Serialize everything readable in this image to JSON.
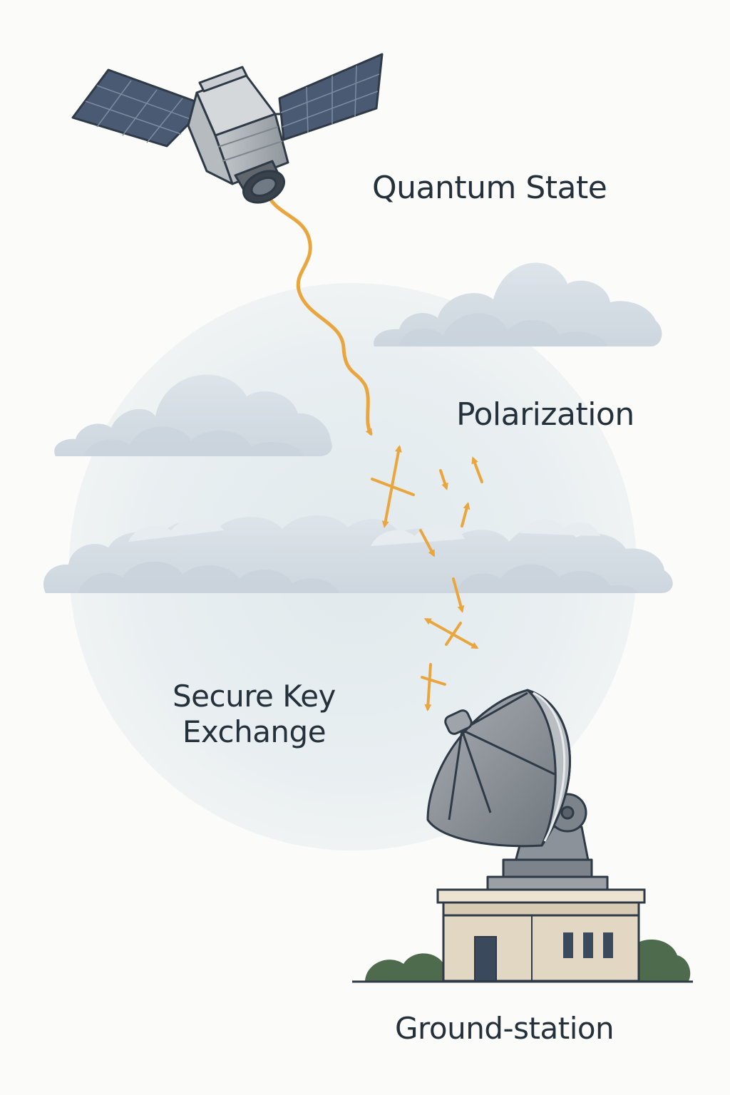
{
  "labels": {
    "quantum_state": "Quantum State",
    "polarization": "Polarization",
    "secure_key_line1": "Secure Key",
    "secure_key_line2": "Exchange",
    "ground_station": "Ground-station"
  },
  "colors": {
    "background": "#fbfbf9",
    "text": "#24303a",
    "photon_beam": "#eaa63e",
    "cloud": "#d5dee5",
    "haze": "#e8eff1",
    "solar_panel": "#4a5a72",
    "satellite_body": "#aeb4b9",
    "dish": "#8a9096",
    "building": "#e2d7c3",
    "shrubs": "#4f6b4e"
  },
  "icons": [
    "satellite-icon",
    "photon-beam-icon",
    "cloud-icon",
    "polarization-arrow-icon",
    "satellite-dish-icon",
    "ground-station-building-icon"
  ]
}
